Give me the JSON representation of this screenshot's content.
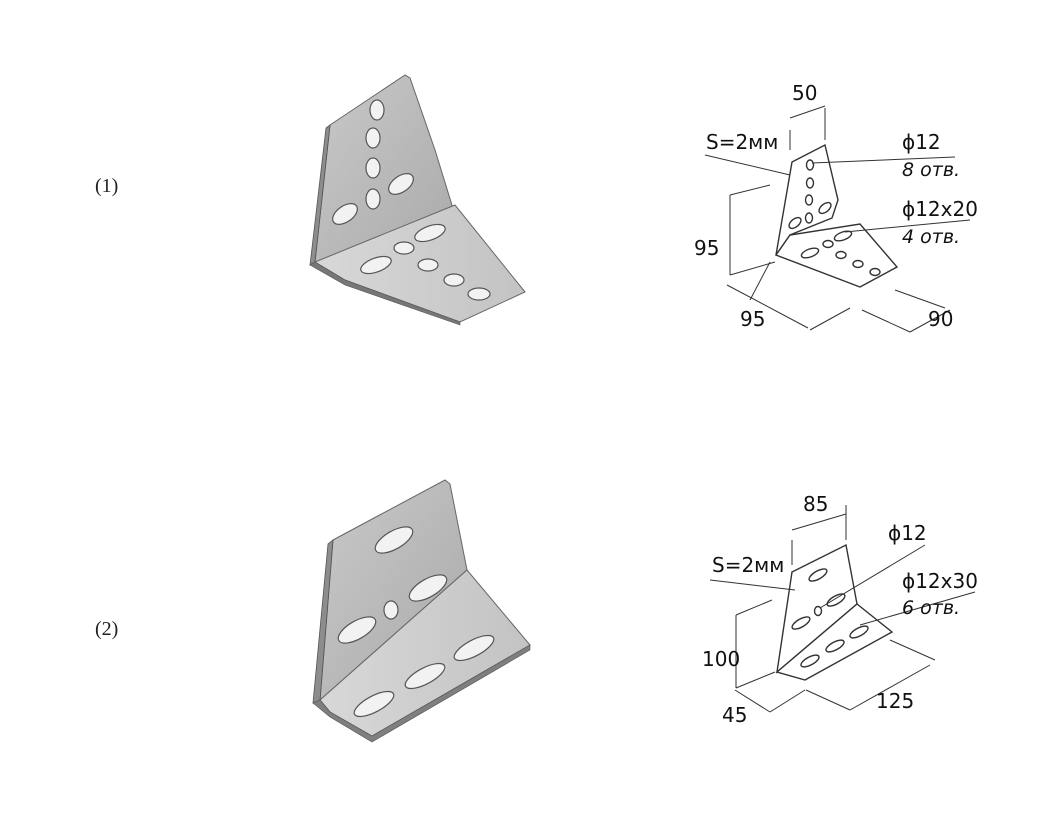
{
  "items": [
    {
      "label": "(1)",
      "thickness": "S=2мм",
      "dims": {
        "top_width": "50",
        "height": "95",
        "depth": "95",
        "length": "90"
      },
      "holes": [
        {
          "size": "ϕ12",
          "count": "8 отв."
        },
        {
          "size": "ϕ12x20",
          "count": "4 отв."
        }
      ]
    },
    {
      "label": "(2)",
      "thickness": "S=2мм",
      "dims": {
        "top_width": "85",
        "height": "100",
        "depth": "45",
        "length": "125"
      },
      "holes": [
        {
          "size": "ϕ12",
          "count": ""
        },
        {
          "size": "ϕ12x30",
          "count": "6 отв."
        }
      ]
    }
  ],
  "colors": {
    "plate_face": "#bdbdbd",
    "plate_light": "#d9d9d9",
    "plate_dark": "#8f8f8f",
    "edge": "#555555",
    "line": "#333333"
  }
}
